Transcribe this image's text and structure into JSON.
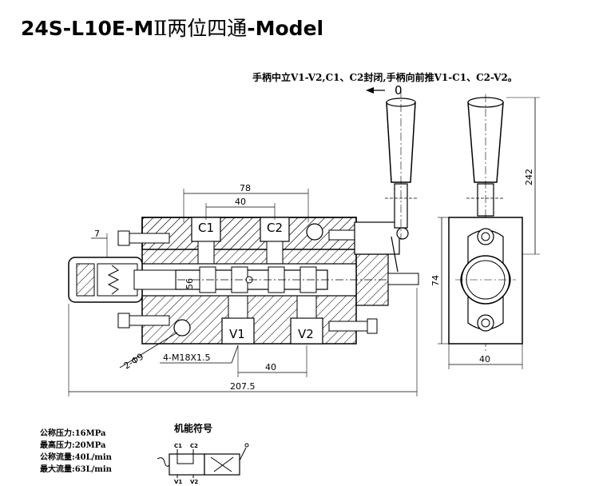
{
  "title": {
    "model": "24S-L10E-M",
    "roman": "Ⅱ",
    "cn": "两位四通",
    "suffix": "-Model"
  },
  "note": "手柄中立V1-V2,C1、C2封闭,手柄向前推V1-C1、C2-V2。",
  "dims": {
    "d78": "78",
    "d40_top": "40",
    "d7": "7",
    "d56": "56",
    "d2phi9": "2-Φ9",
    "thread": "4-M18X1.5",
    "d40_bottom": "40",
    "d207": "207.5",
    "d242": "242",
    "d74": "74",
    "d40_side": "40"
  },
  "ports": {
    "c1": "C1",
    "c2": "C2",
    "v1": "V1",
    "v2": "V2"
  },
  "handle_zero": "0",
  "specs": [
    {
      "label": "公称压力:",
      "value": "16MPa"
    },
    {
      "label": "最高压力:",
      "value": "20MPa"
    },
    {
      "label": "公称流量:",
      "value": "40L/min"
    },
    {
      "label": "最大流量:",
      "value": "63L/min"
    }
  ],
  "symbol": {
    "title": "机能符号",
    "top_ports": [
      "C1",
      "C2"
    ],
    "bottom_ports": [
      "V1",
      "V2"
    ]
  }
}
